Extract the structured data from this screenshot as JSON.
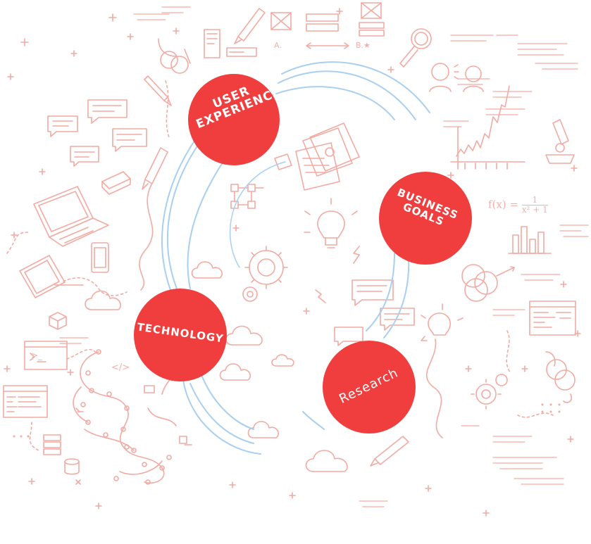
{
  "colors": {
    "accent_red": "#f03e3e",
    "doodle_pink": "#f2aaa2",
    "orbit_blue": "#a9cff0",
    "background": "#ffffff"
  },
  "nodes": [
    {
      "id": "user-experience",
      "label": "USER\nEXPERIENCE"
    },
    {
      "id": "business-goals",
      "label": "BUSINESS\nGOALS"
    },
    {
      "id": "technology",
      "label": "TECHNOLOGY"
    },
    {
      "id": "research",
      "label": "Research"
    }
  ],
  "annotations": {
    "formula": "f(x) = 1 / x² + 1",
    "formula_left": "f(x) =",
    "formula_num": "1",
    "formula_den": "x² + 1",
    "label_a": "A.",
    "label_b": "B.★",
    "code_tag": "</>",
    "terminal_prompt": ">_"
  },
  "icons": [
    "laptop-icon",
    "tablet-icon",
    "phone-icon",
    "cloud-icon",
    "gear-icon",
    "lightbulb-icon",
    "magnifier-icon",
    "pen-icon",
    "chart-icon",
    "bar-chart-icon",
    "venn-icon",
    "chat-bubble-icon",
    "document-stack-icon",
    "microscope-icon",
    "server-icon",
    "database-icon",
    "code-window-icon",
    "terminal-icon",
    "flowchart-icon"
  ]
}
